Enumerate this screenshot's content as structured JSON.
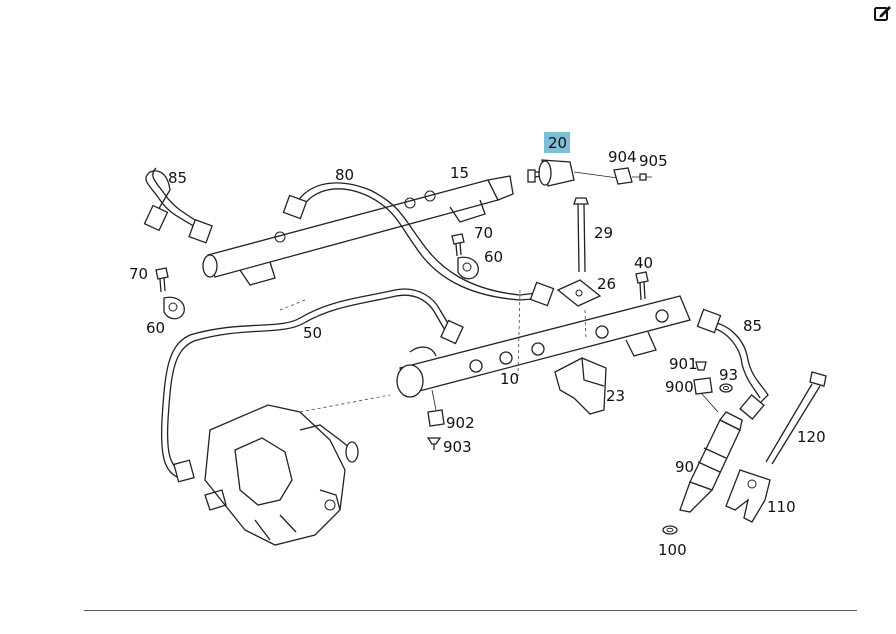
{
  "toolbar": {
    "edit_icon": "edit-icon"
  },
  "diagram": {
    "highlighted_part": "20",
    "labels": {
      "p15": "15",
      "p20": "20",
      "p904": "904",
      "p905": "905",
      "p80": "80",
      "p85_left": "85",
      "p70_mid": "70",
      "p60_mid": "60",
      "p29": "29",
      "p70_left": "70",
      "p60_left": "60",
      "p26": "26",
      "p40": "40",
      "p50": "50",
      "p85_right": "85",
      "p10": "10",
      "p901": "901",
      "p93": "93",
      "p900": "900",
      "p23": "23",
      "p902": "902",
      "p903": "903",
      "p120": "120",
      "p90": "90",
      "p110": "110",
      "p100": "100"
    },
    "colors": {
      "highlight": "#7fbfd6",
      "line": "#222222"
    }
  }
}
